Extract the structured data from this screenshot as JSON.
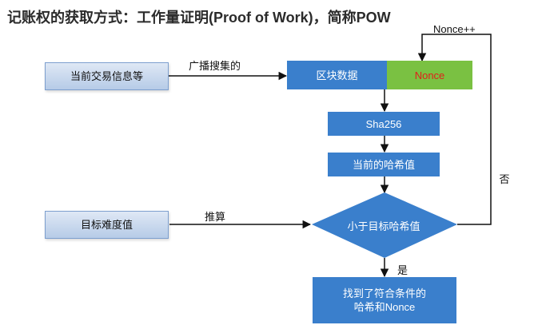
{
  "title": "记账权的获取方式：工作量证明(Proof of Work)，简称POW",
  "nodes": {
    "transactions": "当前交易信息等",
    "block_data": "区块数据",
    "nonce": "Nonce",
    "sha": "Sha256",
    "current_hash": "当前的哈希值",
    "difficulty": "目标难度值",
    "decision": "小于目标哈希值",
    "result": "找到了符合条件的哈希和Nonce"
  },
  "edges": {
    "broadcast": "广播搜集的",
    "calculate": "推算",
    "yes": "是",
    "no": "否",
    "nonce_increment": "Nonce++"
  },
  "colors": {
    "blue": "#3a7fcc",
    "green": "#7ac142",
    "nonce_text": "#e0201b"
  }
}
